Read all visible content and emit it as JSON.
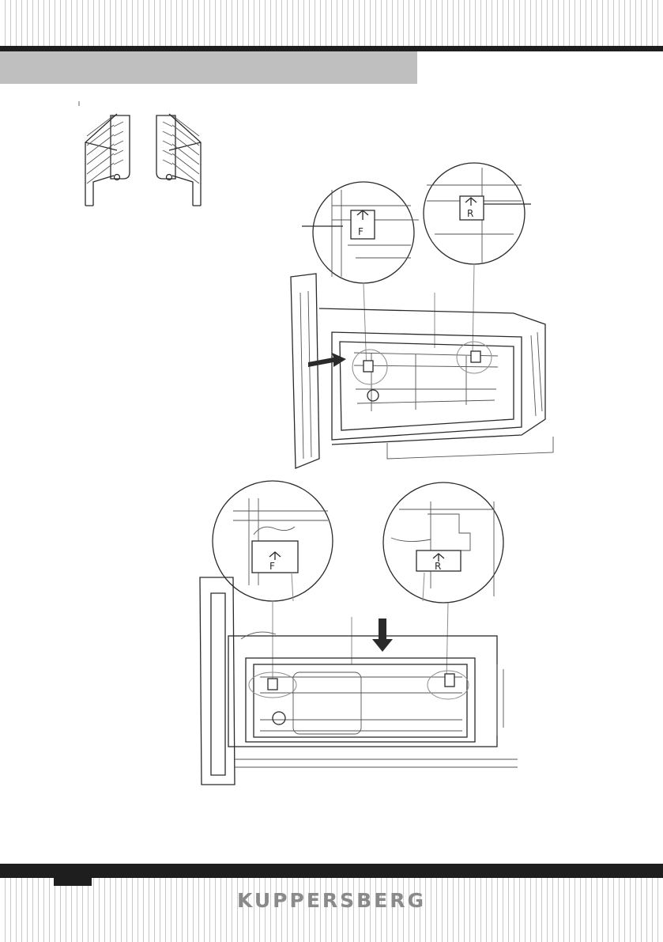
{
  "header": {
    "band_color": "#bfbfbf"
  },
  "figures": [
    {
      "name": "telescopic-runners"
    },
    {
      "name": "runner-installation-front",
      "clip_labels": [
        "F",
        "R"
      ]
    },
    {
      "name": "runner-installation-side",
      "clip_labels": [
        "F",
        "R"
      ]
    }
  ],
  "footer": {
    "brand": "KUPPERSBERG"
  },
  "colors": {
    "bars": "#1e1e1e",
    "stripes": "#c9c9c9",
    "brand": "#8a8a8a",
    "leader_lines": "#8d8d8d"
  }
}
